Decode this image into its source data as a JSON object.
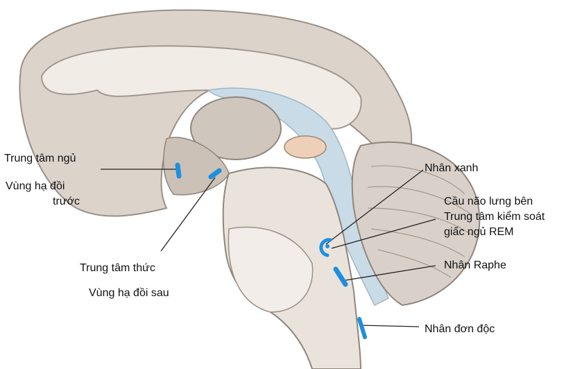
{
  "labels": {
    "sleep_center": "Trung tâm ngủ",
    "anterior_hypothalamus_1": "Vùng hạ đồi",
    "anterior_hypothalamus_2": "trước",
    "wake_center": "Trung tâm thức",
    "posterior_hypothalamus": "Vùng hạ đồi sau",
    "locus_coeruleus": "Nhân xanh",
    "pons_line1": "Cầu não lưng bên",
    "pons_line2": "Trung tâm kiểm soát",
    "pons_line3": "giấc ngủ REM",
    "raphe": "Nhân Raphe",
    "solitary": "Nhân đơn độc"
  },
  "colors": {
    "marker": "#1e8fe0",
    "tissue": "#d8cfc6",
    "outline": "#9a8f86",
    "csf": "#c8dbe6",
    "cerebellum": "#d9d1c9",
    "pituitary": "#d8b84a"
  }
}
